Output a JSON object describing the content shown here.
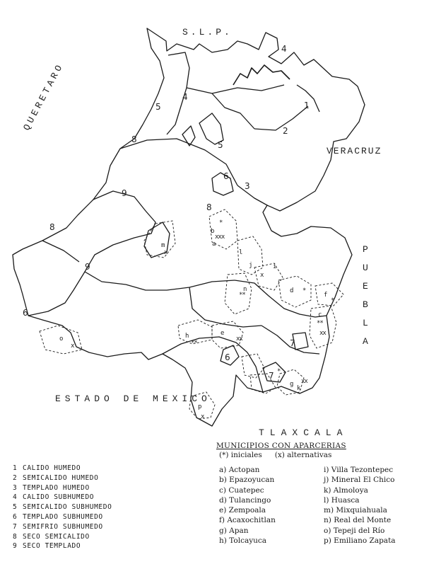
{
  "labels": {
    "north": "S.L.P.",
    "west": "QUERETARO",
    "east": "VERACRUZ",
    "southwest": "ESTADO DE MEXICO",
    "south": "TLAXCALA",
    "puebla": [
      "P",
      "U",
      "E",
      "B",
      "L",
      "A"
    ]
  },
  "zone_numbers": [
    "4",
    "4",
    "5",
    "8",
    "1",
    "2",
    "5",
    "6",
    "3",
    "9",
    "8",
    "8",
    "9",
    "6",
    "7",
    "6",
    "7"
  ],
  "municipality_letters": [
    "b",
    "a",
    "j",
    "i",
    "m",
    "d",
    "f",
    "c",
    "h",
    "e",
    "g",
    "k",
    "p",
    "o",
    "l",
    "n"
  ],
  "marks": {
    "star": "*",
    "cross": "x",
    "double_star": "**",
    "triple_cross": "xxx",
    "double_cross": "xx"
  },
  "legend_zones": [
    {
      "key": "1",
      "label": "CALIDO HUMEDO"
    },
    {
      "key": "2",
      "label": "SEMICALIDO HUMEDO"
    },
    {
      "key": "3",
      "label": "TEMPLADO HUMEDO"
    },
    {
      "key": "4",
      "label": "CALIDO SUBHUMEDO"
    },
    {
      "key": "5",
      "label": "SEMICALIDO SUBHUMEDO"
    },
    {
      "key": "6",
      "label": "TEMPLADO SUBHUMEDO"
    },
    {
      "key": "7",
      "label": "SEMIFRIO SUBHUMEDO"
    },
    {
      "key": "8",
      "label": "SECO SEMICALIDO"
    },
    {
      "key": "9",
      "label": "SECO TEMPLADO"
    }
  ],
  "legend_municipios": {
    "title": "MUNICIPIOS CON APARCERIAS",
    "initial_label": "(*) iniciales",
    "alternative_label": "(x) alternativas",
    "col1": [
      "a) Actopan",
      "b) Epazoyucan",
      "c) Cuatepec",
      "d) Tulancingo",
      "e) Zempoala",
      "f) Acaxochitlan",
      "g) Apan",
      "h) Tolcayuca"
    ],
    "col2": [
      "i) Villa Tezontepec",
      "j) Mineral El Chico",
      "k) Almoloya",
      "l) Huasca",
      "m) Mixquiahuala",
      "n) Real del Monte",
      "o) Tepeji del Río",
      "p) Emiliano Zapata"
    ]
  },
  "colors": {
    "ink": "#1a1a1a",
    "paper": "#ffffff"
  }
}
